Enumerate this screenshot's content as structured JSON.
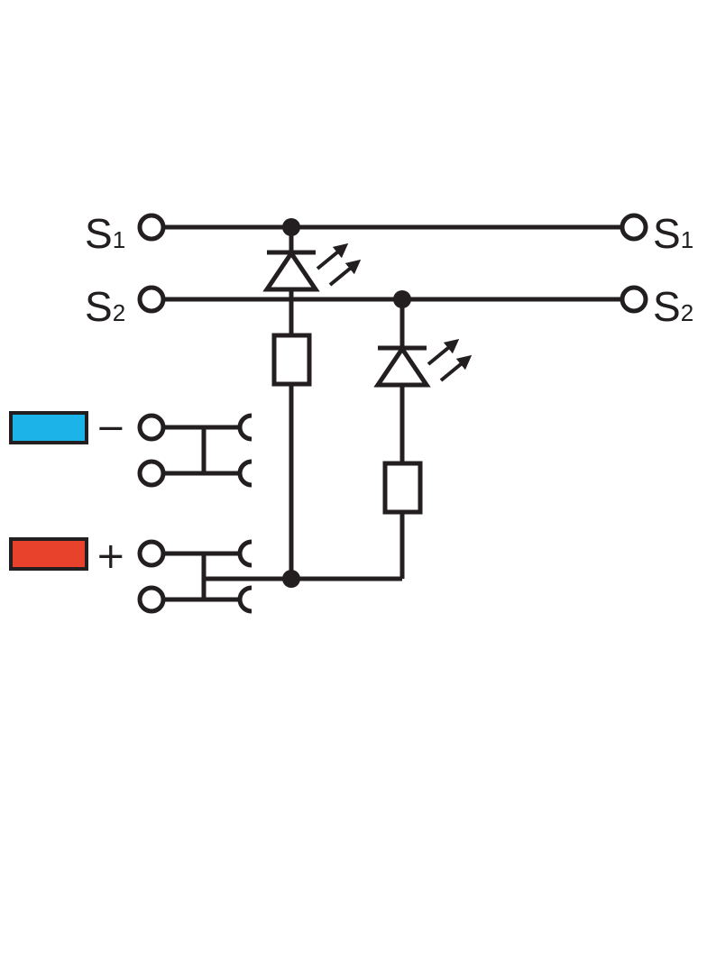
{
  "labels": {
    "s1_left": {
      "main": "S",
      "sub": "1"
    },
    "s2_left": {
      "main": "S",
      "sub": "2"
    },
    "s1_right": {
      "main": "S",
      "sub": "1"
    },
    "s2_right": {
      "main": "S",
      "sub": "2"
    },
    "minus": "−",
    "plus": "+"
  },
  "colors": {
    "line": "#231f20",
    "negative_marker": "#1bb3e8",
    "positive_marker": "#e8412c"
  },
  "icons": {
    "led": "light-emitting-diode-symbol",
    "resistor": "resistor-symbol",
    "terminal": "open-circle-terminal",
    "junction": "filled-junction-dot",
    "jumper": "jumper-slot-symbol"
  }
}
